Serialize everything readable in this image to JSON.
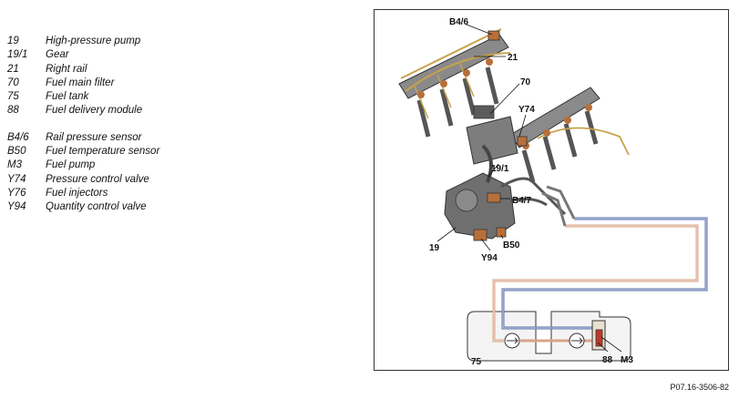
{
  "legend": {
    "group1": [
      {
        "code": "19",
        "desc": "High-pressure pump"
      },
      {
        "code": "19/1",
        "desc": "Gear"
      },
      {
        "code": "21",
        "desc": "Right rail"
      },
      {
        "code": "70",
        "desc": "Fuel main filter"
      },
      {
        "code": "75",
        "desc": "Fuel tank"
      },
      {
        "code": "88",
        "desc": "Fuel delivery module"
      }
    ],
    "group2": [
      {
        "code": "B4/6",
        "desc": "Rail pressure sensor"
      },
      {
        "code": "B50",
        "desc": "Fuel temperature sensor"
      },
      {
        "code": "M3",
        "desc": "Fuel pump"
      },
      {
        "code": "Y74",
        "desc": "Pressure control valve"
      },
      {
        "code": "Y76",
        "desc": "Fuel injectors"
      },
      {
        "code": "Y94",
        "desc": "Quantity control valve"
      }
    ]
  },
  "callouts": {
    "b46": "B4/6",
    "c21": "21",
    "c70": "70",
    "y74": "Y74",
    "c191": "19/1",
    "b47": "B4/7",
    "c19": "19",
    "b50": "B50",
    "y94": "Y94",
    "c75": "75",
    "c88": "88",
    "m3": "M3"
  },
  "reference_code": "P07.16-3506-82",
  "colors": {
    "high_pressure_line": "#c9a24a",
    "supply_line": "#d8a48a",
    "return_line": "#5a6fa8",
    "component_gray": "#6f6f6f",
    "component_copper": "#b8703a"
  }
}
